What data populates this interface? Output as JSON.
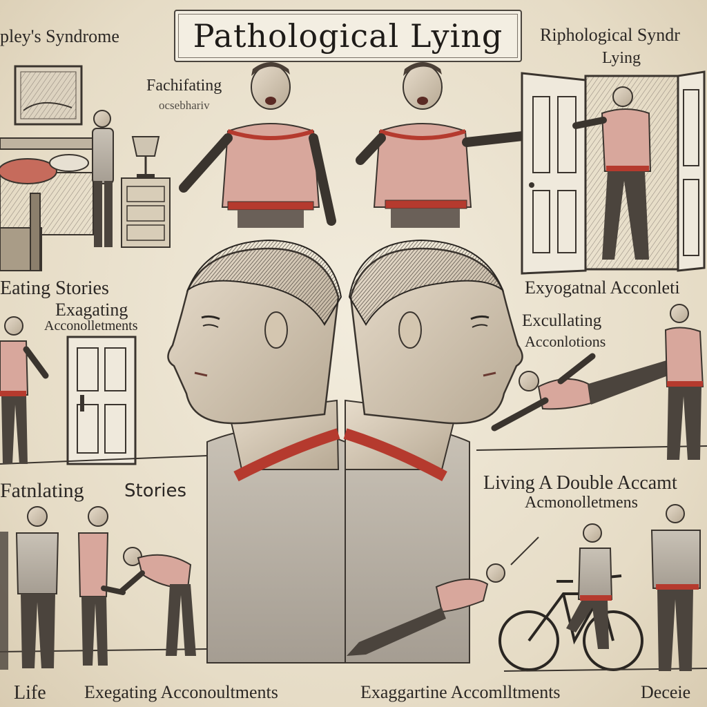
{
  "title": "Pathological Lying",
  "labels": {
    "top_left": "pley's Syndrome",
    "top_right_1": "Riphological Syndr",
    "top_right_2": "Lying",
    "center_top_1": "Fachifating",
    "center_top_2": "ocsebhariv",
    "left_mid_1": "Eating  Stories",
    "left_mid_2": "Exagating",
    "left_mid_3": "Acconolletments",
    "right_mid_1": "Exyogatnal Acconleti",
    "right_mid_2": "Excullating",
    "right_mid_3": "Acconlotions",
    "left_low_1": "Fatnlating",
    "left_low_2": "Stories",
    "right_low_1": "Living A Double Accamt",
    "right_low_2": "Acmonolletmens",
    "bottom_1": "Life",
    "bottom_2": "Exegating Acconoultments",
    "bottom_3": "Exaggartine Accomlltments",
    "bottom_4": "Deceie"
  },
  "colors": {
    "paper": "#ece4d2",
    "ink": "#2a2622",
    "accent_red": "#c0392b",
    "shirt_red": "#c97a6c"
  },
  "icons": [
    "bed-icon",
    "door-icon",
    "bicycle-icon",
    "lamp-icon",
    "picture-frame-icon"
  ]
}
